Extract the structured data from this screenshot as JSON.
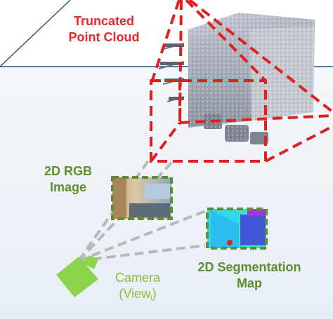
{
  "labels": {
    "point_cloud": {
      "line1": "Truncated",
      "line2": "Point Cloud"
    },
    "rgb_image": {
      "line1": "2D RGB",
      "line2": "Image"
    },
    "camera": {
      "line1": "Camera",
      "line2_prefix": "(View",
      "line2_sub": "i",
      "line2_suffix": ")"
    },
    "segmentation": {
      "line1": "2D Segmentation",
      "line2": "Map"
    }
  },
  "colors": {
    "frustum_red": "#e02020",
    "label_red": "#e8282a",
    "frame_green": "#5e8f2c",
    "camera_green": "#8cd44a",
    "ray_gray": "#b8b8b8",
    "ground_blue": "#2e4c7e",
    "background_upper": "#ffffff",
    "background_lower": "#eef3f8"
  }
}
